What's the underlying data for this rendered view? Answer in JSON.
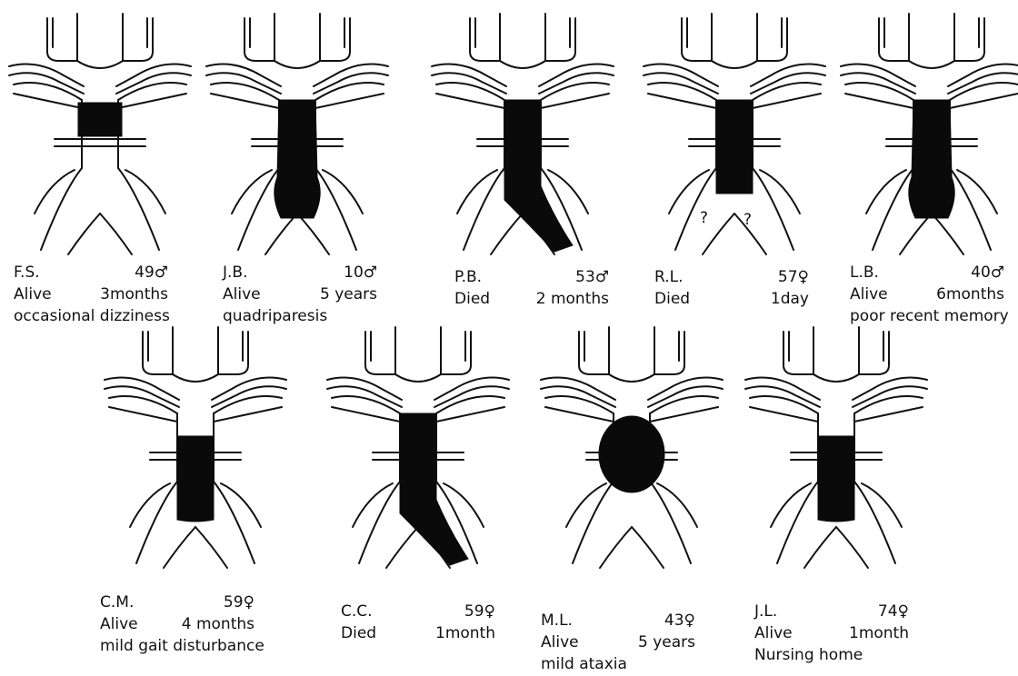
{
  "colors": {
    "ink": "#111111",
    "occlusion": "#0a0a0a",
    "paper": "#ffffff"
  },
  "cases": [
    {
      "initials": "F.S.",
      "age_sex": "49♂",
      "outcome": "Alive",
      "duration": "3months",
      "note": "occasional dizziness",
      "occlusion": "proximal-short"
    },
    {
      "initials": "J.B.",
      "age_sex": "10♂",
      "outcome": "Alive",
      "duration": "5 years",
      "note": "quadriparesis",
      "occlusion": "full-to-vertebrals"
    },
    {
      "initials": "P.B.",
      "age_sex": "53♂",
      "outcome": "Died",
      "duration": "2 months",
      "note": "",
      "occlusion": "full-into-left-vertebral"
    },
    {
      "initials": "R.L.",
      "age_sex": "57♀",
      "outcome": "Died",
      "duration": "1day",
      "note": "",
      "occlusion": "full-proximal-to-vertebrals",
      "question_marks": [
        "?",
        "?"
      ]
    },
    {
      "initials": "L.B.",
      "age_sex": "40♂",
      "outcome": "Alive",
      "duration": "6months",
      "note": "poor recent memory",
      "occlusion": "full-to-vertebrals"
    },
    {
      "initials": "C.M.",
      "age_sex": "59♀",
      "outcome": "Alive",
      "duration": "4 months",
      "note": "mild gait disturbance",
      "occlusion": "mid-segment"
    },
    {
      "initials": "C.C.",
      "age_sex": "59♀",
      "outcome": "Died",
      "duration": "1month",
      "note": "",
      "occlusion": "full-into-left-vertebral"
    },
    {
      "initials": "M.L.",
      "age_sex": "43♀",
      "outcome": "Alive",
      "duration": "5 years",
      "note": "mild ataxia",
      "occlusion": "aneurysm"
    },
    {
      "initials": "J.L.",
      "age_sex": "74♀",
      "outcome": "Alive",
      "duration": "1month",
      "note": "Nursing home",
      "occlusion": "mid-segment"
    }
  ]
}
